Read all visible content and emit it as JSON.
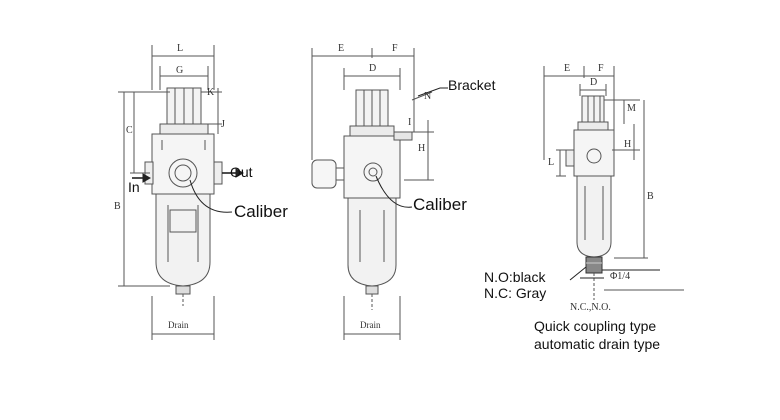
{
  "diagram": {
    "unit1": {
      "dims": {
        "L": "L",
        "G": "G",
        "K": "K",
        "J": "J",
        "C": "C",
        "B": "B"
      },
      "port_out": "Out",
      "port_in": "In",
      "callout": "Caliber",
      "drain": "Drain"
    },
    "unit2": {
      "dims": {
        "E": "E",
        "F": "F",
        "D": "D",
        "N": "N",
        "H": "H",
        "I": "I"
      },
      "bracket": "Bracket",
      "callout": "Caliber",
      "drain": "Drain"
    },
    "unit3": {
      "dims": {
        "E": "E",
        "F": "F",
        "D": "D",
        "M": "M",
        "H": "H",
        "B": "B",
        "L": "L"
      },
      "thread": "Φ1/4",
      "no_label": "N.O:black",
      "nc_label": "N.C: Gray",
      "ncno": "N.C.,N.O.",
      "caption": "Quick coupling type automatic drain type"
    }
  },
  "colors": {
    "line": "#555555",
    "body": "#f2f2f2",
    "dark": "#333333"
  }
}
